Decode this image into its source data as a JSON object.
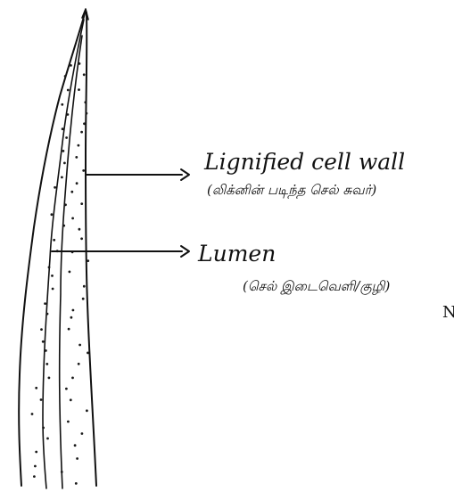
{
  "labels": {
    "lignified_cell_wall": "Lignified cell wall",
    "lignified_cell_wall_tamil": "(லிக்னின் படிந்த செல் சுவர்)",
    "lumen": "Lumen",
    "lumen_tamil": "(செல் இடைவெளி/குழி)",
    "edge_mark": "N"
  }
}
